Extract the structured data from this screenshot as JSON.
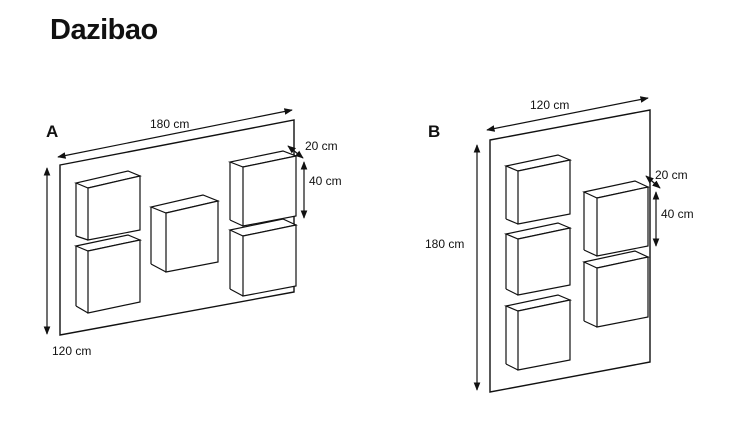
{
  "title": "Dazibao",
  "configs": [
    {
      "letter": "A",
      "width_label": "180 cm",
      "height_label": "120 cm",
      "depth_label": "20 cm",
      "module_label": "40 cm"
    },
    {
      "letter": "B",
      "width_label": "120 cm",
      "height_label": "180 cm",
      "depth_label": "20 cm",
      "module_label": "40 cm"
    }
  ]
}
